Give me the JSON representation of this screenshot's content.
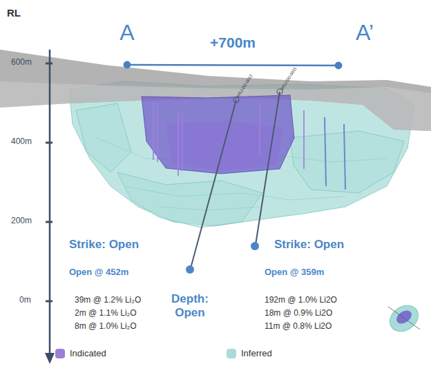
{
  "diagram": {
    "labels": [
      "RL",
      "600m",
      "400m",
      "200m",
      "0m",
      "A",
      "A’",
      "+700m",
      "WSJ-DD-0012",
      "WSJ-DD-0011",
      "Strike: Open",
      "Open @ 452m",
      "39m @ 1.2% Li₂O",
      "2m @ 1.1% Li₂O",
      "8m @ 1.0% Li₂O",
      "Depth: Open",
      "Strike: Open",
      "Open @ 359m",
      "192m @ 1.0% Li2O",
      "18m @ 0.9% Li2O",
      "11m @ 0.8% Li2O"
    ],
    "legend": [
      {
        "text": "Indicated",
        "color": "#9b7fd6"
      },
      {
        "text": "Inferred",
        "color": "#a9dcd8"
      }
    ]
  }
}
